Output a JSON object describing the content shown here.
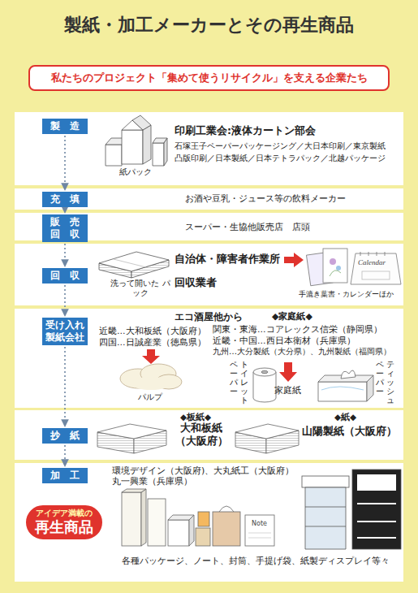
{
  "diagram": {
    "title": "製紙・加工メーカーとその再生商品",
    "nodes": [
      {
        "text": [
          "私たちのプロジェクト「集めて使うリサイクル」を支える企業たち"
        ]
      },
      {
        "text": [
          "印刷工業会:液体カートン部会",
          "石塚王子ペーパーパッケージング／大日本印刷／東京製紙",
          "凸版印刷／日本製紙／日本テトラパック／北越パッケージ",
          "紙パック"
        ]
      },
      {
        "text": [
          "製　造"
        ],
        "in": 1
      },
      {
        "text": [
          "お酒や豆乳・ジュース等の飲料メーカー"
        ]
      },
      {
        "text": [
          "充　填"
        ],
        "in": 3
      },
      {
        "text": [
          "スーパー・生協他販売店　店頭"
        ]
      },
      {
        "text": [
          "販　売 回　収"
        ],
        "in": 5
      },
      {
        "text": [
          "自治体・障害者作業所",
          "回収業者",
          "洗って開いた パック",
          "手漉き葉書・カレンダーほか"
        ]
      },
      {
        "text": [
          "回　収"
        ],
        "in": 7
      },
      {
        "text": [
          "エコ酒屋他から",
          "近畿…大和板紙（大阪府）",
          "四国…日誠産業（徳島県）",
          "パルプ",
          "◆家庭紙◆",
          "関東・東海…コアレックス信栄（静岡県）",
          "近畿・中国…西日本衛材（兵庫県）",
          "九州…大分製紙（大分県）、九州製紙（福岡県）",
          "トイレット ペーパー",
          "家庭紙",
          "ティッシュ ペーパー"
        ]
      },
      {
        "text": [
          "受け入れ 製紙会社"
        ],
        "in": 9
      },
      {
        "text": [
          "◆板紙◆",
          "大和板紙 （大阪府）",
          "◆紙◆",
          "山陽製紙（大阪府）"
        ]
      },
      {
        "text": [
          "抄　紙"
        ],
        "in": 11
      },
      {
        "text": [
          "環境デザイン（大阪府)、大丸紙工（大阪府） 丸一興業（兵庫県）",
          "各種パッケージ、ノート、封筒、手提げ袋、紙製ディスプレイ等々"
        ]
      },
      {
        "text": [
          "加　工"
        ],
        "in": 13
      },
      {
        "text": [
          "アイデア満載の",
          "再生商品"
        ],
        "in": 13
      }
    ],
    "edges": [
      {
        "from": 2,
        "to": 4,
        "arrow": "to"
      },
      {
        "from": 4,
        "to": 6,
        "arrow": "to"
      },
      {
        "from": 6,
        "to": 8,
        "arrow": "to"
      },
      {
        "from": 8,
        "to": 10,
        "arrow": "to"
      },
      {
        "from": 10,
        "to": 12,
        "arrow": "to"
      },
      {
        "from": 12,
        "to": 14,
        "arrow": "to"
      }
    ],
    "labels": [
      "Calendar",
      "Note"
    ]
  }
}
